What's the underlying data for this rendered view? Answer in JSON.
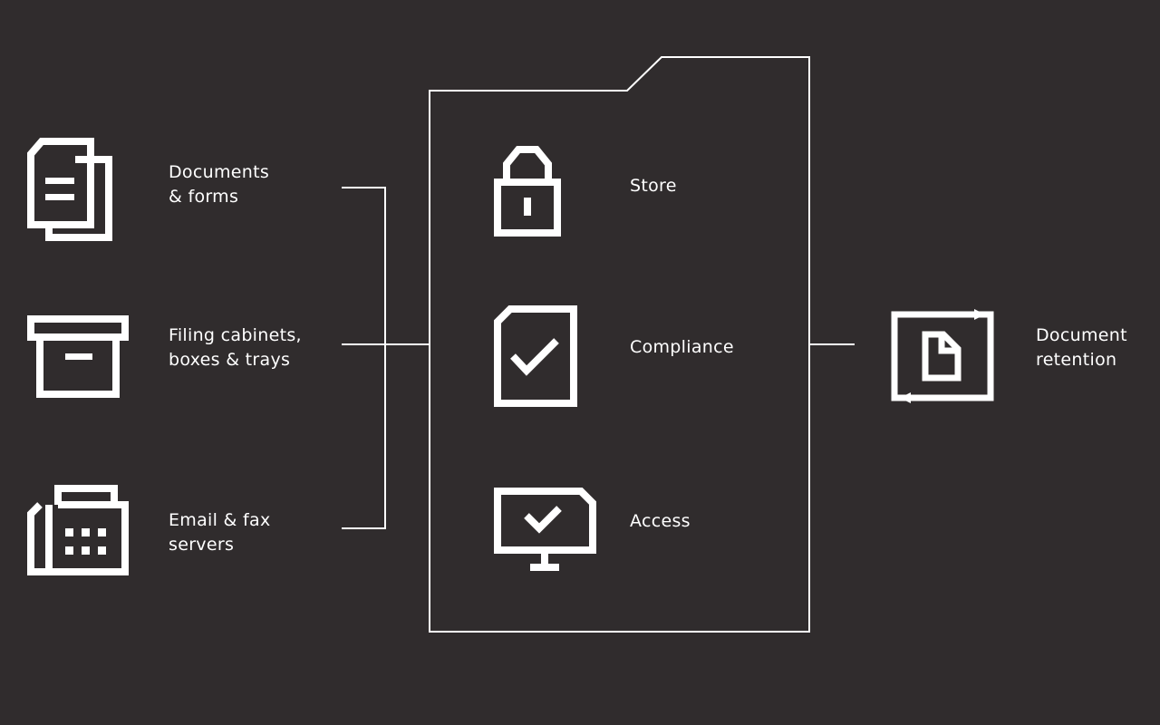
{
  "colors": {
    "background": "#302c2d",
    "foreground": "#ffffff"
  },
  "sources": [
    {
      "icon": "documents-icon",
      "line1": "Documents",
      "line2": "& forms"
    },
    {
      "icon": "filing-box-icon",
      "line1": "Filing cabinets,",
      "line2": "boxes & trays"
    },
    {
      "icon": "fax-machine-icon",
      "line1": "Email & fax",
      "line2": "servers"
    }
  ],
  "folder": {
    "items": [
      {
        "icon": "lock-icon",
        "label": "Store"
      },
      {
        "icon": "document-check-icon",
        "label": "Compliance"
      },
      {
        "icon": "monitor-check-icon",
        "label": "Access"
      }
    ]
  },
  "output": {
    "icon": "document-retention-icon",
    "line1": "Document",
    "line2": "retention"
  }
}
